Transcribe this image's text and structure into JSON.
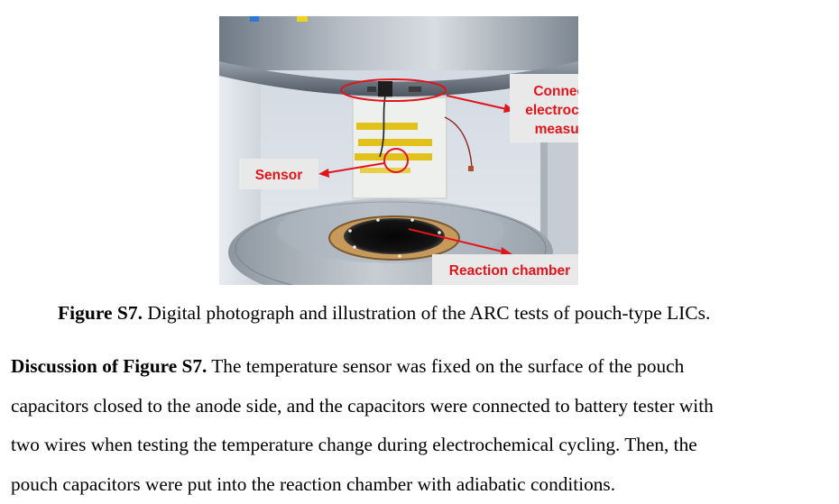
{
  "figure": {
    "labels": {
      "connected": [
        "Connected to",
        "electrochemical",
        "measurement"
      ],
      "sensor": "Sensor",
      "chamber": "Reaction chamber"
    },
    "colors": {
      "callout_text": "#e2141b",
      "callout_box": "#e9e9e9",
      "arrow": "#e2141b"
    }
  },
  "caption": {
    "label": "Figure S7.",
    "text": " Digital photograph and illustration of the ARC tests of pouch-type LICs."
  },
  "discussion": {
    "heading": "Discussion of Figure S7.",
    "lines": [
      " The temperature sensor was fixed on the surface of the pouch",
      "capacitors closed to the anode side, and the capacitors were connected to battery tester with",
      "two wires when testing the temperature change during electrochemical cycling. Then, the",
      "pouch capacitors were put into the reaction chamber with adiabatic conditions."
    ]
  }
}
